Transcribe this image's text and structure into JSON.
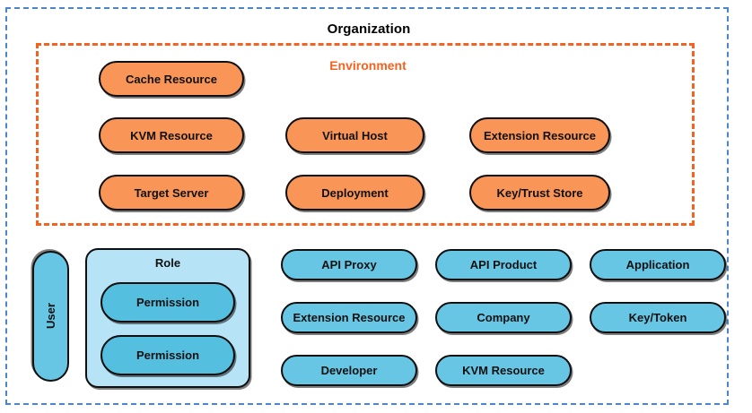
{
  "diagram": {
    "organization": {
      "title": "Organization",
      "border_color": "#4a86c8",
      "border_style": "dashed"
    },
    "environment": {
      "title": "Environment",
      "border_color": "#f4621f",
      "title_color": "#f4621f",
      "border_style": "dashed",
      "fill_color": "#f89557",
      "entities": [
        {
          "label": "Cache Resource"
        },
        {
          "label": "KVM Resource"
        },
        {
          "label": "Virtual Host"
        },
        {
          "label": "Extension Resource"
        },
        {
          "label": "Target Server"
        },
        {
          "label": "Deployment"
        },
        {
          "label": "Key/Trust Store"
        }
      ]
    },
    "org_level": {
      "fill_color": "#68c6e5",
      "group_fill_color": "#b6e3f5",
      "user": {
        "label": "User",
        "orientation": "vertical"
      },
      "role": {
        "label": "Role",
        "permissions": [
          {
            "label": "Permission"
          },
          {
            "label": "Permission"
          }
        ]
      },
      "entities": [
        {
          "label": "API Proxy"
        },
        {
          "label": "API Product"
        },
        {
          "label": "Application"
        },
        {
          "label": "Extension Resource"
        },
        {
          "label": "Company"
        },
        {
          "label": "Key/Token"
        },
        {
          "label": "Developer"
        },
        {
          "label": "KVM Resource"
        }
      ]
    }
  }
}
